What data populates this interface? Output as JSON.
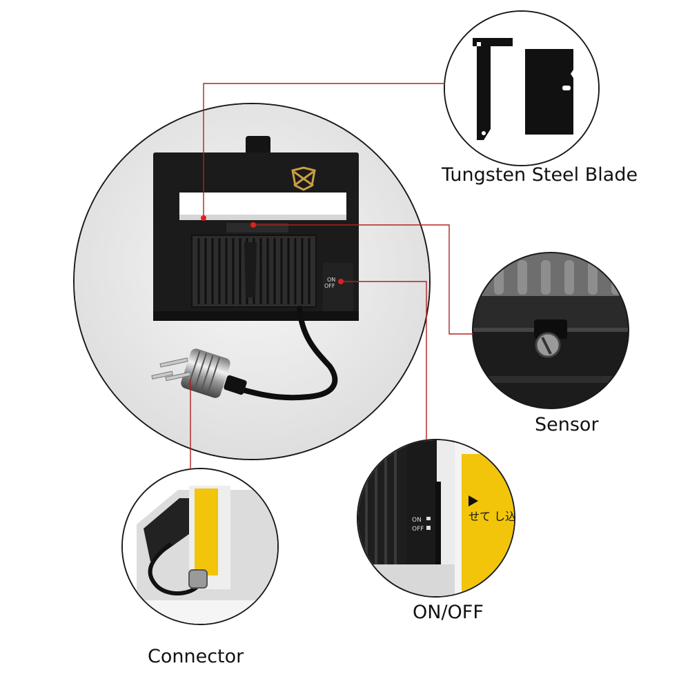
{
  "product": {
    "logo_icon": "fox-logo-icon",
    "switch": {
      "on_label": "ON",
      "off_label": "OFF"
    }
  },
  "callouts": {
    "blade": {
      "label": "Tungsten Steel Blade"
    },
    "sensor": {
      "label": "Sensor"
    },
    "onoff": {
      "label": "ON/OFF",
      "on_label": "ON",
      "off_label": "OFF",
      "warning_text": "せて\nし込"
    },
    "connector": {
      "label": "Connector"
    }
  },
  "colors": {
    "leader_line": "#b32020",
    "dot": "#e02020",
    "device_black": "#1c1c1c",
    "warning_yellow": "#f2c40a"
  }
}
